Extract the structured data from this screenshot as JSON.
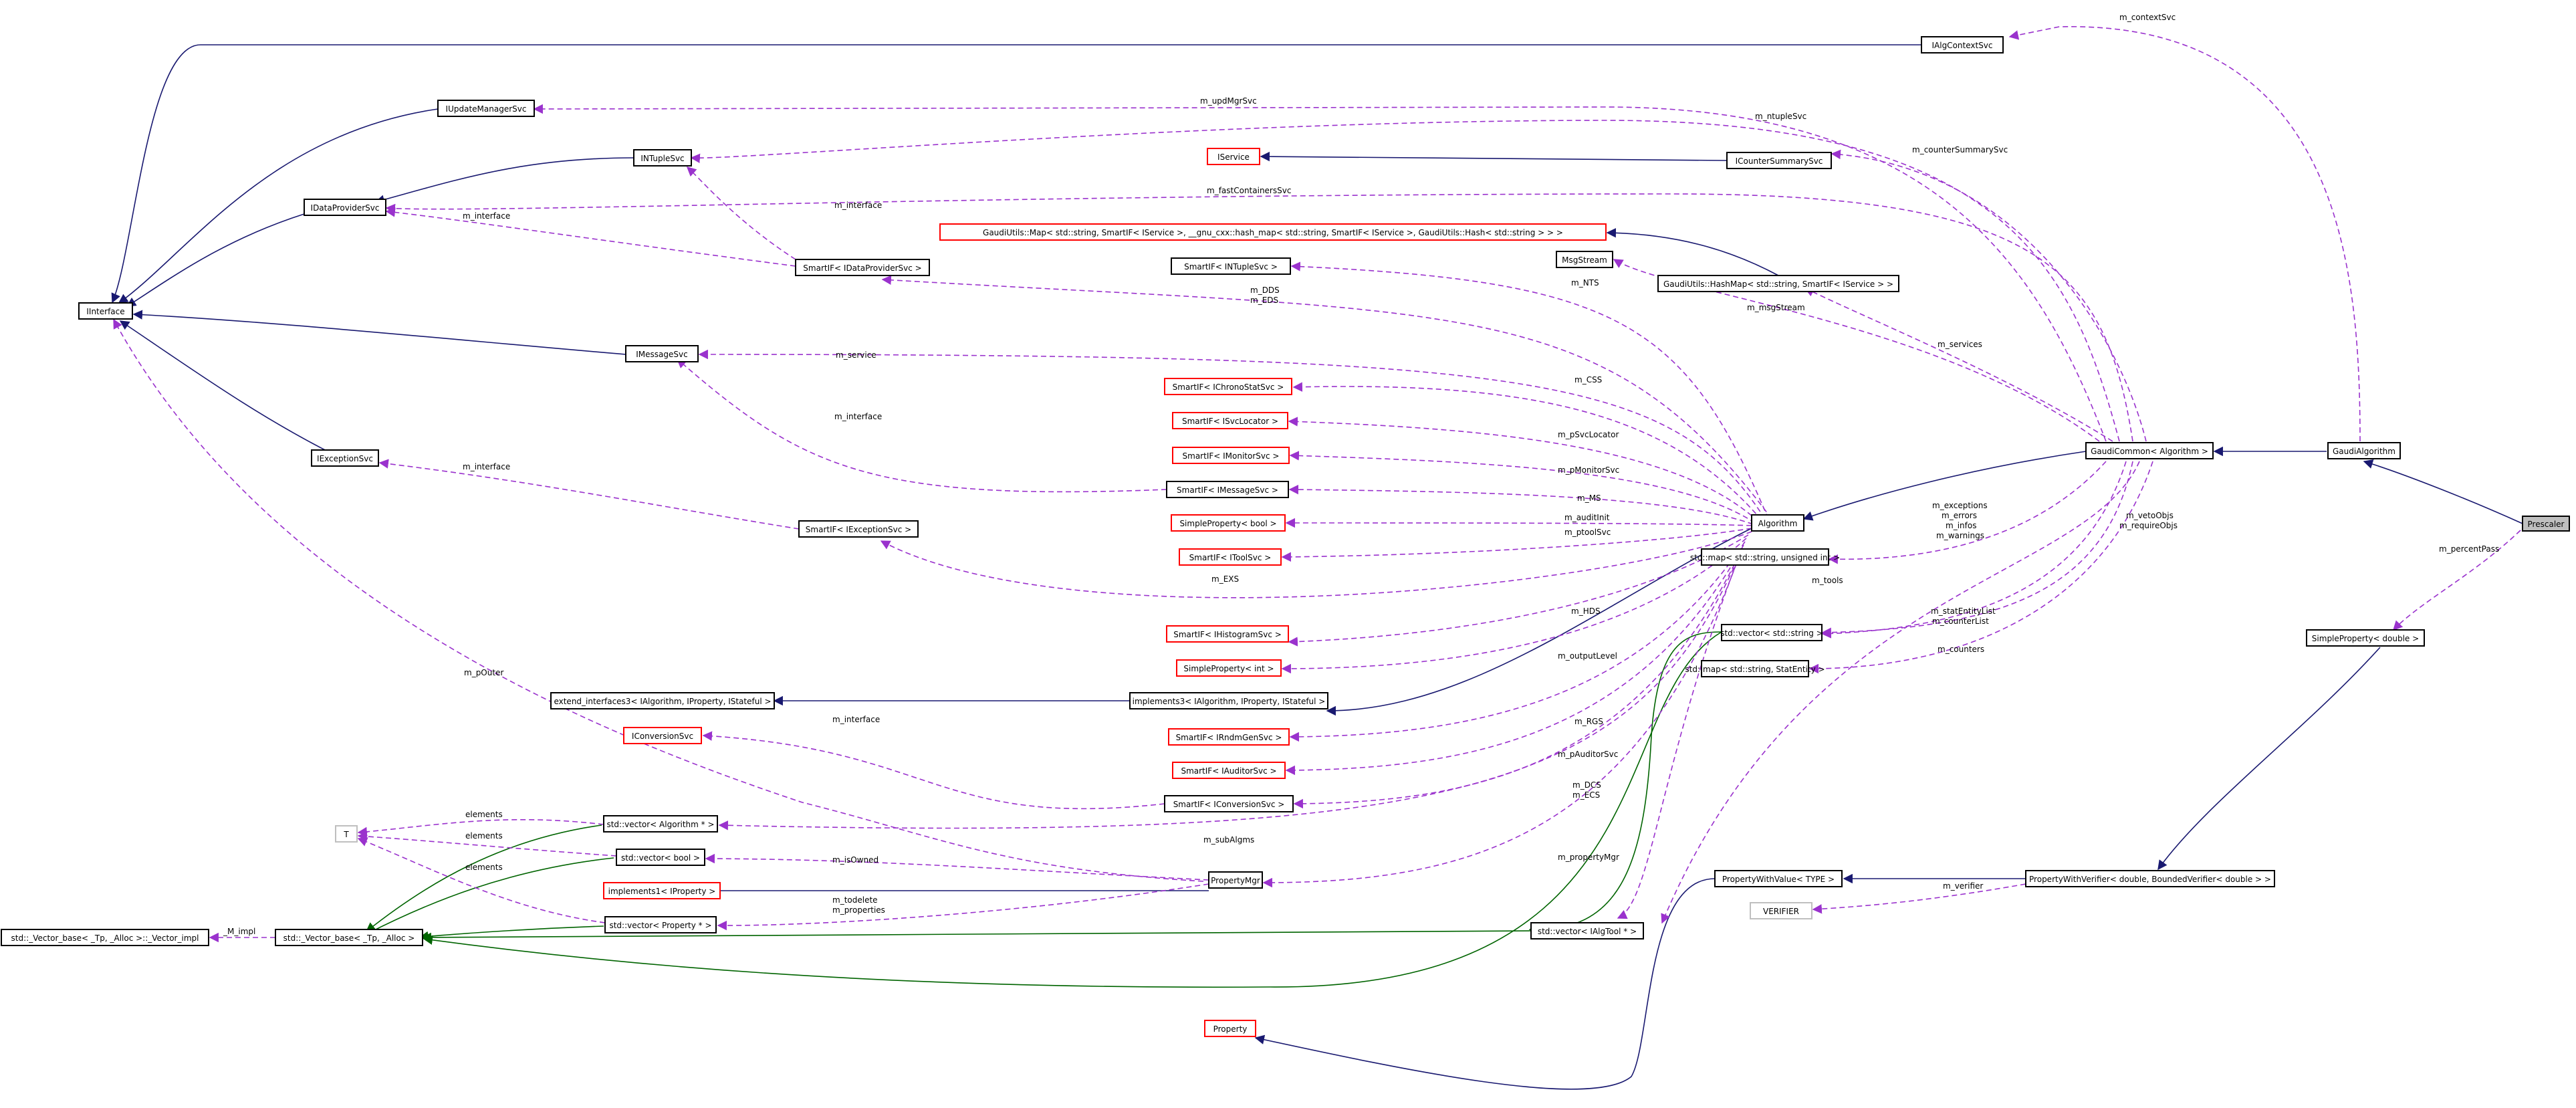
{
  "colors": {
    "node_border": "#000000",
    "node_border_undocumented": "#ff0000",
    "node_border_external": "#bfbfbf",
    "focus_fill": "#bfbfbf",
    "inheritance_edge": "#191970",
    "template_edge": "#006400",
    "usage_edge": "#9a32cd"
  },
  "nodes": {
    "prescaler": "Prescaler",
    "gaudi_algorithm": "GaudiAlgorithm",
    "ialg_context_svc": "IAlgContextSvc",
    "gaudi_common": "GaudiCommon< Algorithm >",
    "algorithm": "Algorithm",
    "iupdate_manager_svc": "IUpdateManagerSvc",
    "intuple_svc": "INTupleSvc",
    "iservice": "IService",
    "icounter_summary_svc": "ICounterSummarySvc",
    "idata_provider_svc": "IDataProviderSvc",
    "iinterface": "IInterface",
    "imessage_svc": "IMessageSvc",
    "iexception_svc": "IExceptionSvc",
    "gaudiutils_map": "GaudiUtils::Map< std::string, SmartIF< IService >, __gnu_cxx::hash_map< std::string, SmartIF< IService >, GaudiUtils::Hash< std::string > > >",
    "gaudiutils_hashmap": "GaudiUtils::HashMap< std::string, SmartIF< IService > >",
    "smartif_intuple": "SmartIF< INTupleSvc >",
    "smartif_idataprovider": "SmartIF< IDataProviderSvc >",
    "msgstream": "MsgStream",
    "smartif_ichrono": "SmartIF< IChronoStatSvc >",
    "smartif_isvclocator": "SmartIF< ISvcLocator >",
    "smartif_imonitor": "SmartIF< IMonitorSvc >",
    "smartif_imessage": "SmartIF< IMessageSvc >",
    "simpleproperty_bool": "SimpleProperty< bool >",
    "smartif_itool": "SmartIF< IToolSvc >",
    "smartif_iexception": "SmartIF< IExceptionSvc >",
    "map_string_uint": "std::map< std::string, unsigned int >",
    "vector_string": "std::vector< std::string >",
    "map_string_statentity": "std::map< std::string, StatEntity >",
    "simpleproperty_double": "SimpleProperty< double >",
    "smartif_ihistogram": "SmartIF< IHistogramSvc >",
    "simpleproperty_int": "SimpleProperty< int >",
    "extend_interfaces3": "extend_interfaces3< IAlgorithm, IProperty, IStateful >",
    "implements3": "implements3< IAlgorithm, IProperty, IStateful >",
    "iconversion_svc": "IConversionSvc",
    "smartif_irndmgen": "SmartIF< IRndmGenSvc >",
    "smartif_iauditor": "SmartIF< IAuditorSvc >",
    "smartif_iconversion": "SmartIF< IConversionSvc >",
    "t_param": "T",
    "vector_algorithm": "std::vector< Algorithm * >",
    "vector_bool": "std::vector< bool >",
    "implements1_iproperty": "implements1< IProperty >",
    "property_mgr": "PropertyMgr",
    "vector_property": "std::vector< Property * >",
    "vector_base_impl": "std::_Vector_base< _Tp, _Alloc >::_Vector_impl",
    "vector_base": "std::_Vector_base< _Tp, _Alloc >",
    "vector_ialgtool": "std::vector< IAlgTool * >",
    "property_with_value": "PropertyWithValue< TYPE >",
    "property_with_verifier": "PropertyWithVerifier< double, BoundedVerifier< double > >",
    "verifier": "VERIFIER",
    "property": "Property"
  },
  "edge_labels": {
    "m_contextSvc": "m_contextSvc",
    "m_updMgrSvc": "m_updMgrSvc",
    "m_ntupleSvc": "m_ntupleSvc",
    "m_fastContainersSvc": "m_fastContainersSvc",
    "m_counterSummarySvc": "m_counterSummarySvc",
    "m_interface_ntuple": "m_interface",
    "m_interface_dps": "m_interface",
    "m_dds_eds": "m_DDS\nm_EDS",
    "m_nts": "m_NTS",
    "m_msgStream": "m_msgStream",
    "m_service": "m_service",
    "m_services": "m_services",
    "m_interface_msg": "m_interface",
    "m_css": "m_CSS",
    "m_pSvcLocator": "m_pSvcLocator",
    "m_pMonitorSvc": "m_pMonitorSvc",
    "m_interface_exc": "m_interface",
    "m_ms": "m_MS",
    "m_auditInit": "m_auditInit",
    "m_ptoolSvc": "m_ptoolSvc",
    "m_exs": "m_EXS",
    "m_exceptions": "m_exceptions\nm_errors\nm_infos\nm_warnings",
    "m_vetoObjs": "m_vetoObjs\nm_requireObjs",
    "m_percentPass": "m_percentPass",
    "m_tools": "m_tools",
    "m_hds": "m_HDS",
    "m_statEntityList": "m_statEntityList\nm_counterList",
    "m_counters": "m_counters",
    "m_outputLevel": "m_outputLevel",
    "m_pOuter": "m_pOuter",
    "m_interface_conv": "m_interface",
    "m_rgs": "m_RGS",
    "m_pAuditorSvc": "m_pAuditorSvc",
    "m_dcs_ecs": "m_DCS\nm_ECS",
    "elements_1": "elements",
    "elements_2": "elements",
    "elements_3": "elements",
    "m_subAlgms": "m_subAlgms",
    "m_isOwned": "m_isOwned",
    "m_propertyMgr": "m_propertyMgr",
    "m_todelete": "m_todelete\nm_properties",
    "m_impl": "_M_impl",
    "m_verifier": "m_verifier"
  }
}
